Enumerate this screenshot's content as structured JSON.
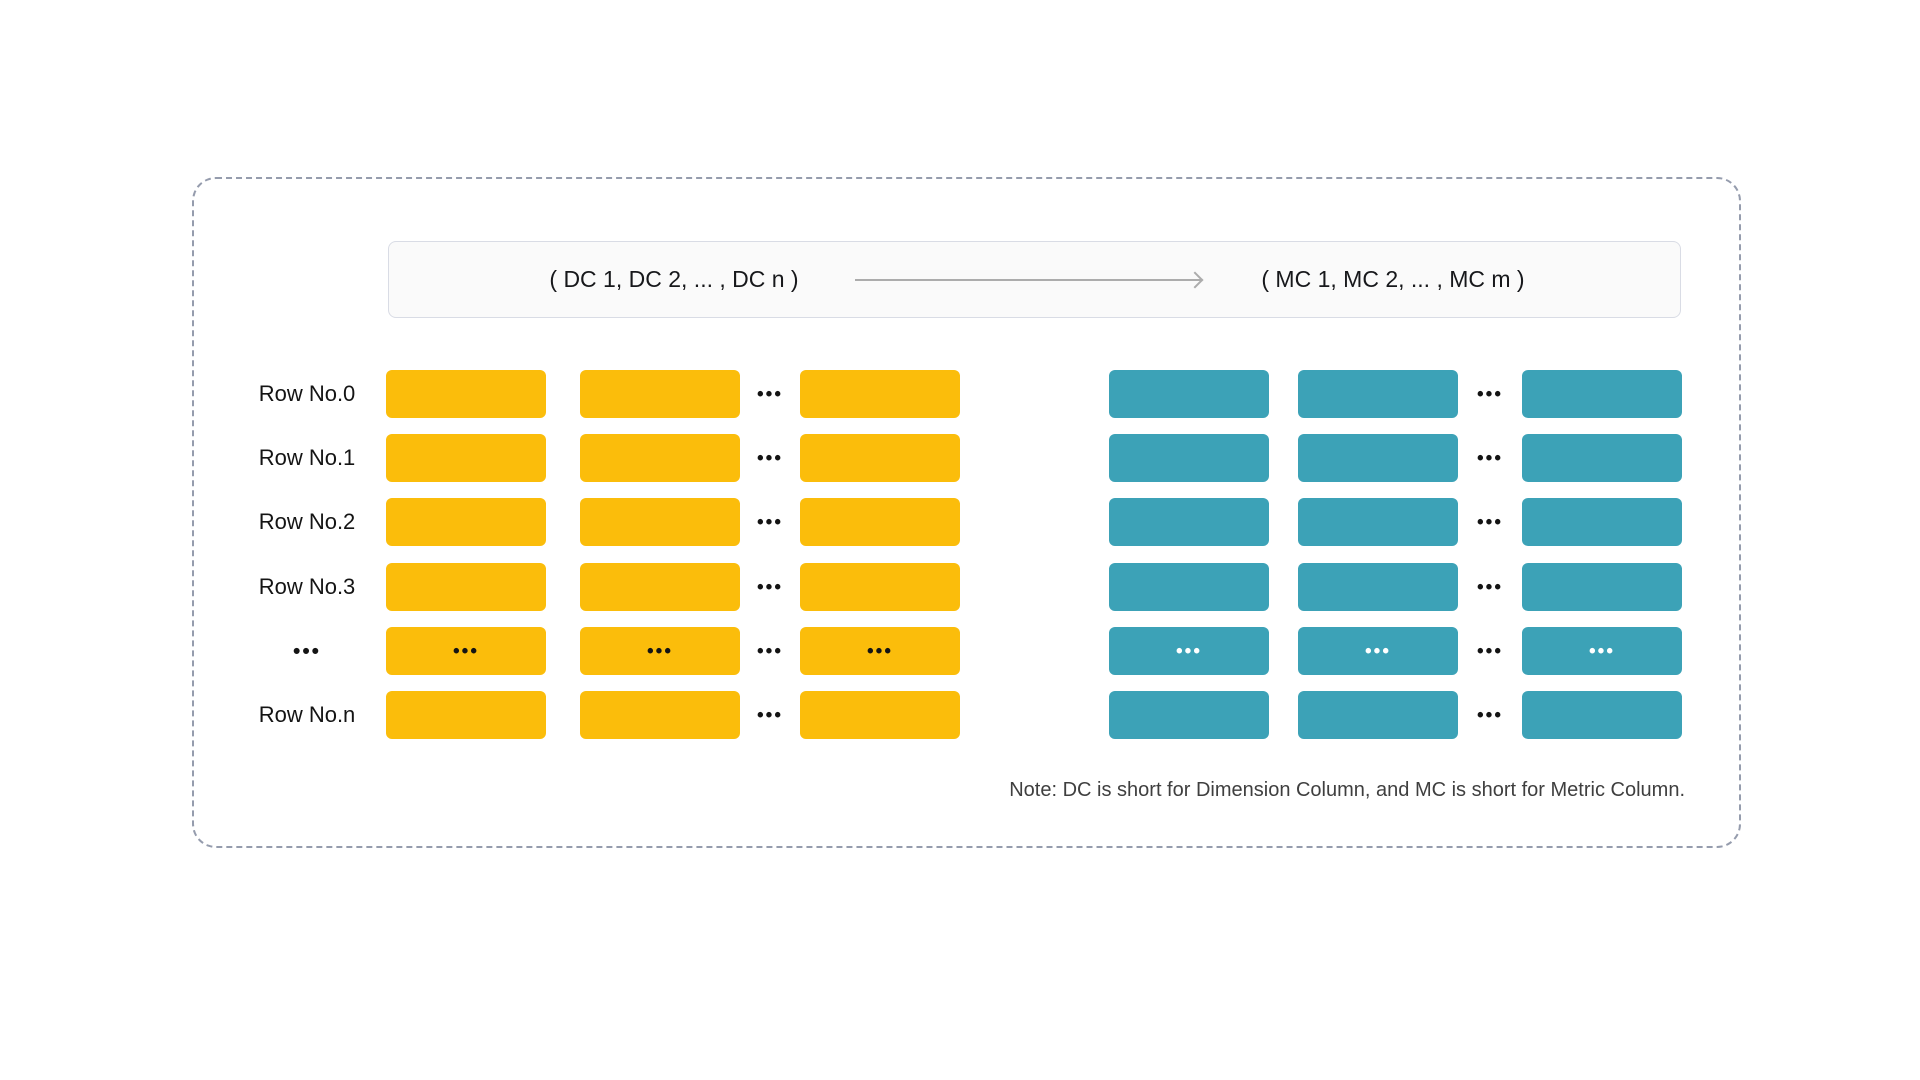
{
  "panel": {
    "border_color": "#959cad"
  },
  "header": {
    "dc_label": "( DC 1, DC 2, ... , DC n )",
    "mc_label": "( MC 1, MC 2, ... , MC m )",
    "bg_color": "#fafafa",
    "border_color": "#d9dce5",
    "arrow_icon": "right-arrow",
    "arrow_color": "#acacac"
  },
  "colors": {
    "dimension_cell": "#fbbd0b",
    "metric_cell": "#3ca2b7"
  },
  "ellipsis": "•••",
  "columns": {
    "dimension_shown": 3,
    "metric_shown": 3
  },
  "rows": [
    {
      "label": "Row No.0",
      "is_ellipsis_row": false
    },
    {
      "label": "Row No.1",
      "is_ellipsis_row": false
    },
    {
      "label": "Row No.2",
      "is_ellipsis_row": false
    },
    {
      "label": "Row No.3",
      "is_ellipsis_row": false
    },
    {
      "label": "•••",
      "is_ellipsis_row": true
    },
    {
      "label": "Row No.n",
      "is_ellipsis_row": false
    }
  ],
  "note": "Note: DC is short for Dimension Column, and MC is short for Metric Column."
}
